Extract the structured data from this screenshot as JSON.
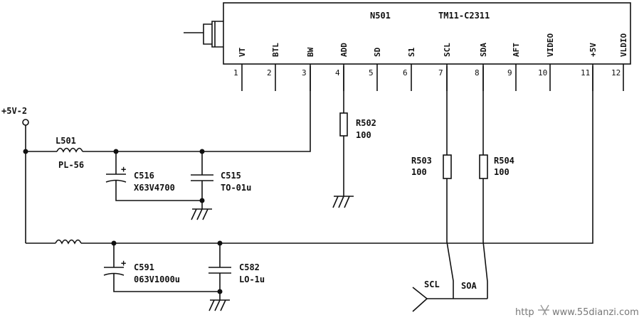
{
  "ic": {
    "ref": "N501",
    "part": "TM11-C2311",
    "pins": [
      {
        "num": "1",
        "name": "VT"
      },
      {
        "num": "2",
        "name": "BTL"
      },
      {
        "num": "3",
        "name": "BW"
      },
      {
        "num": "4",
        "name": "ADD"
      },
      {
        "num": "5",
        "name": "SD"
      },
      {
        "num": "6",
        "name": "S1"
      },
      {
        "num": "7",
        "name": "SCL"
      },
      {
        "num": "8",
        "name": "SDA"
      },
      {
        "num": "9",
        "name": "AFT"
      },
      {
        "num": "10",
        "name": "VIDEO"
      },
      {
        "num": "11",
        "name": "+5V"
      },
      {
        "num": "12",
        "name": "VLDIO"
      }
    ]
  },
  "supply_label": "+5V-2",
  "inductor": {
    "ref": "L501",
    "value": "PL-56"
  },
  "capacitors": {
    "c516": {
      "ref": "C516",
      "value": "X63V4700"
    },
    "c515": {
      "ref": "C515",
      "value": "TO-01u"
    },
    "c591": {
      "ref": "C591",
      "value": "063V1000u"
    },
    "c582": {
      "ref": "C582",
      "value": "LO-1u"
    }
  },
  "resistors": {
    "r502": {
      "ref": "R502",
      "value": "100"
    },
    "r503": {
      "ref": "R503",
      "value": "100"
    },
    "r504": {
      "ref": "R504",
      "value": "100"
    }
  },
  "connector_labels": {
    "scl": "SCL",
    "sda": "SOA"
  },
  "watermark": {
    "left": "http",
    "right": "www.55dianzi.com"
  }
}
